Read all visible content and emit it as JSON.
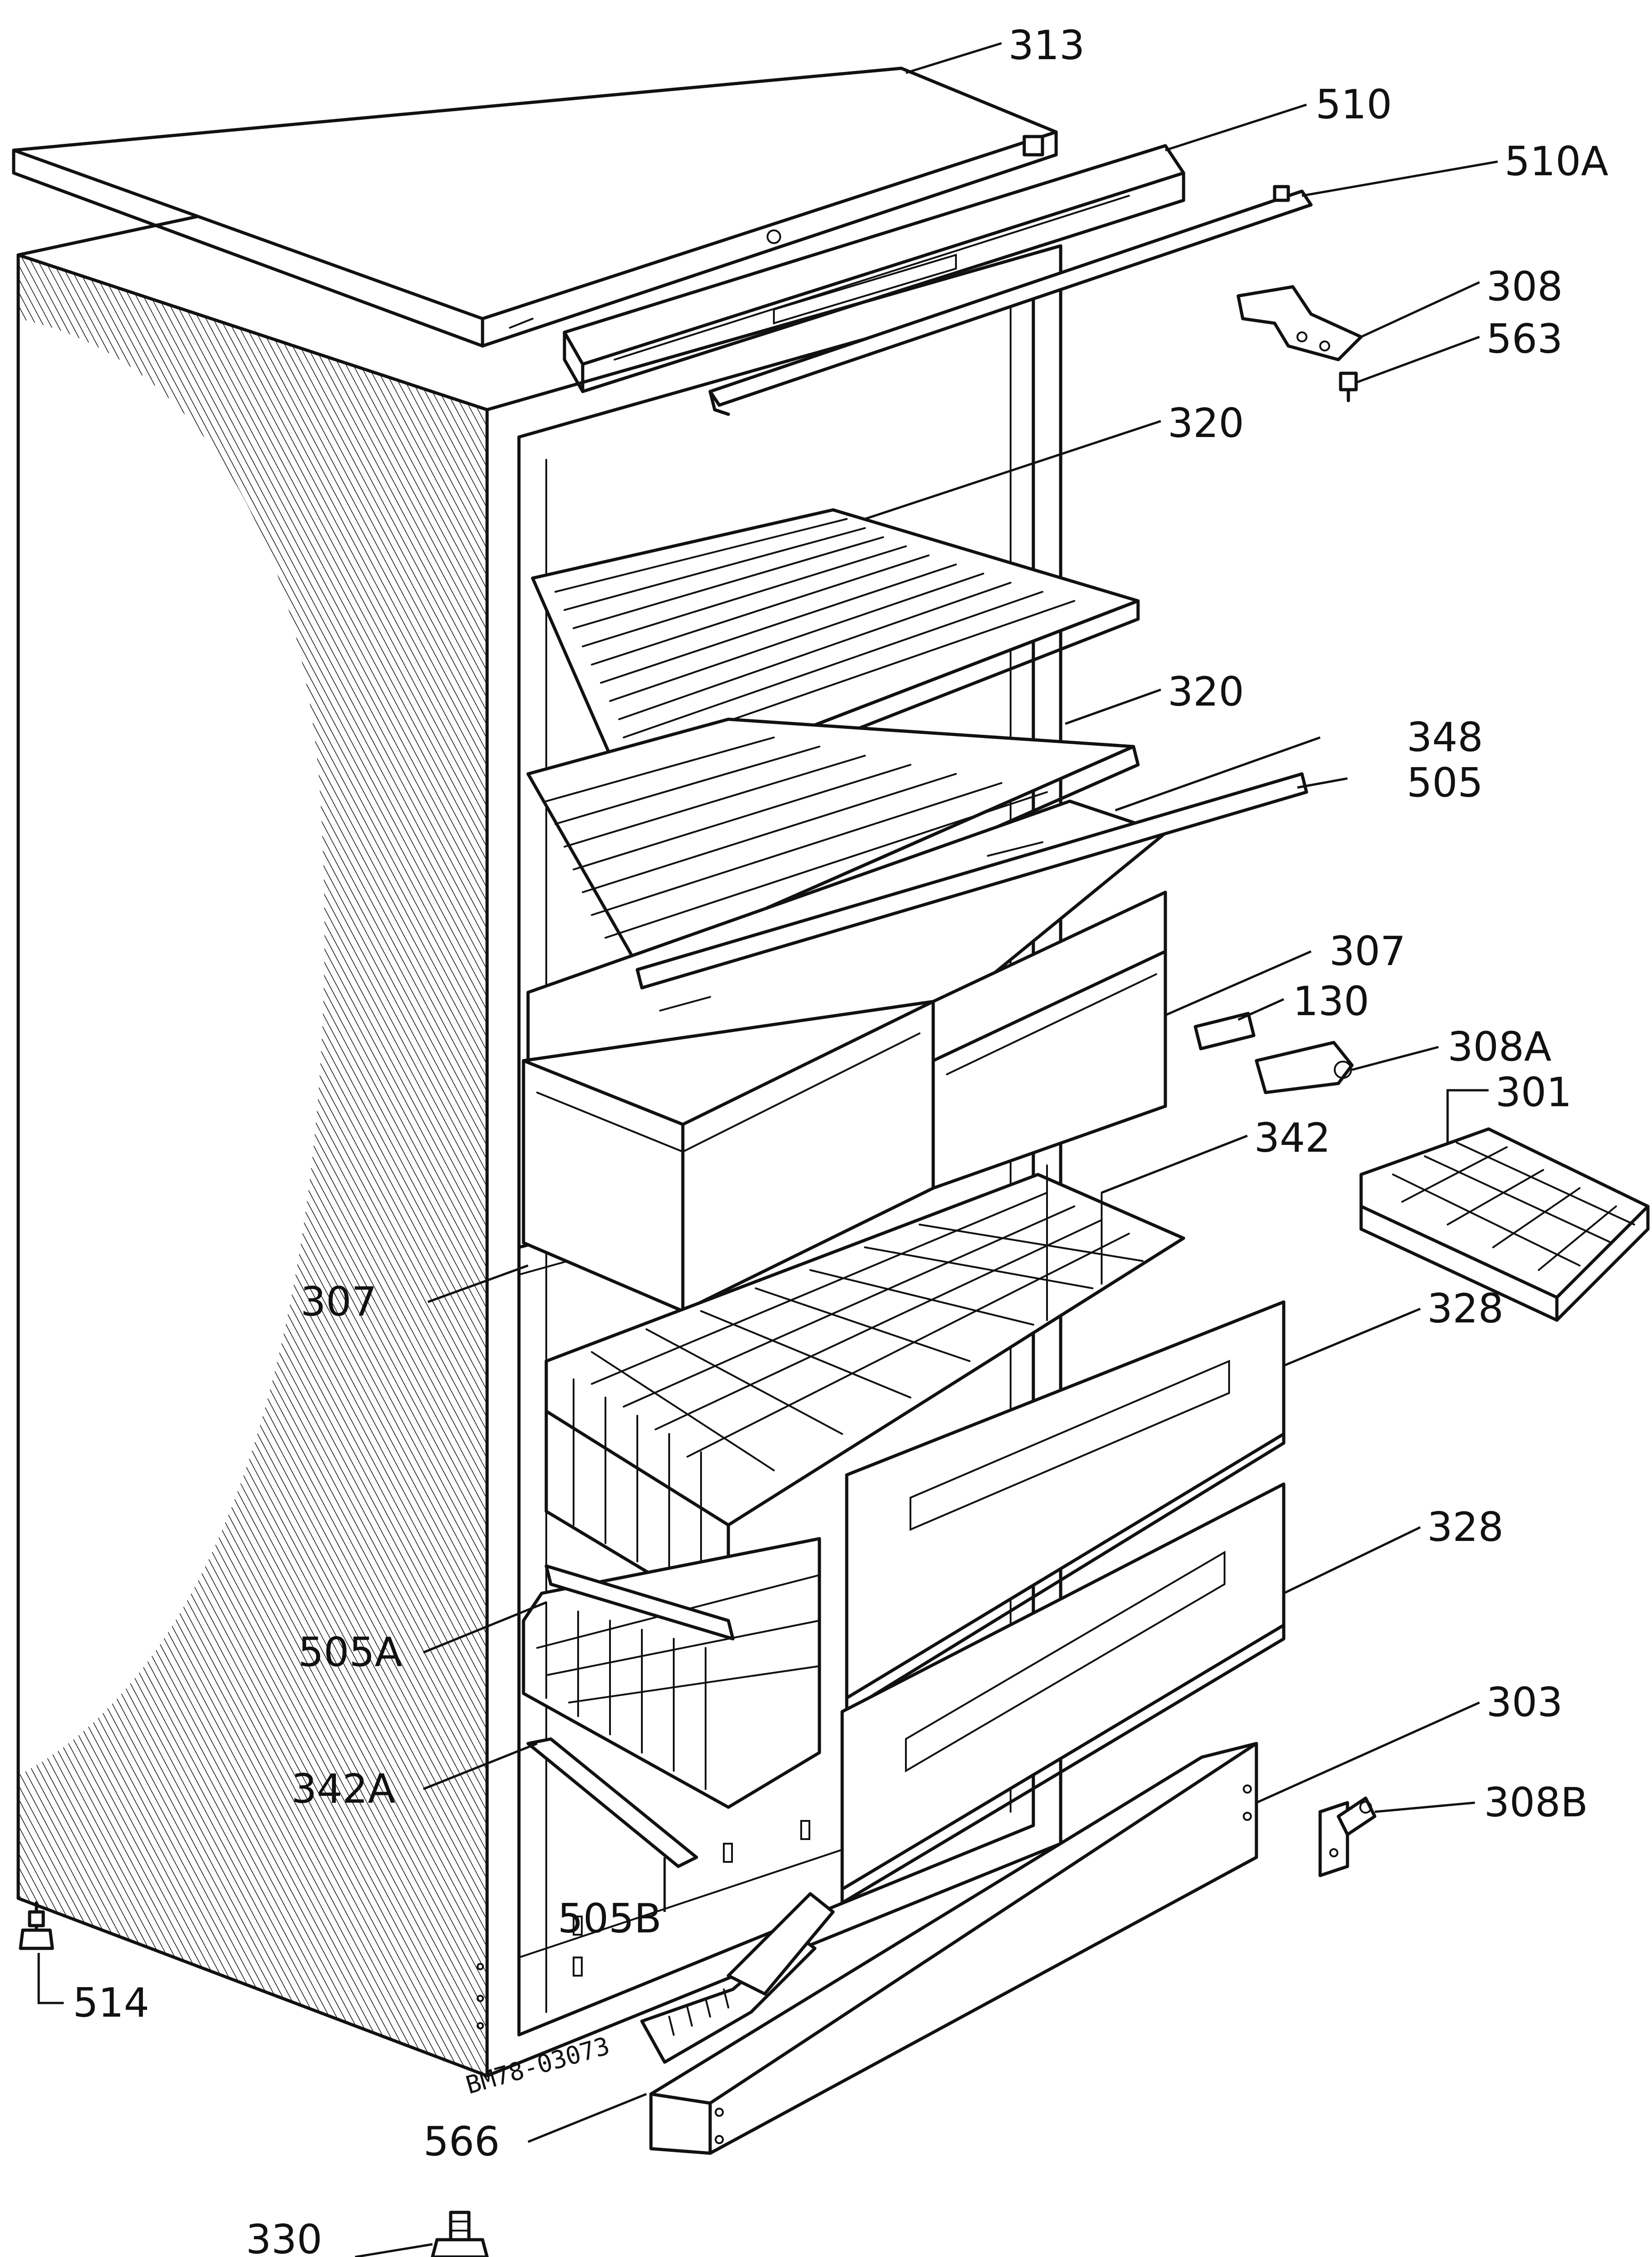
{
  "diagram": {
    "reference_code": "BM78-03073",
    "labels": [
      {
        "id": "313",
        "text": "313"
      },
      {
        "id": "510",
        "text": "510"
      },
      {
        "id": "510a",
        "text": "510A"
      },
      {
        "id": "308",
        "text": "308"
      },
      {
        "id": "563",
        "text": "563"
      },
      {
        "id": "320-top",
        "text": "320"
      },
      {
        "id": "320-mid",
        "text": "320"
      },
      {
        "id": "348",
        "text": "348"
      },
      {
        "id": "505",
        "text": "505"
      },
      {
        "id": "307-right",
        "text": "307"
      },
      {
        "id": "130",
        "text": "130"
      },
      {
        "id": "308a",
        "text": "308A"
      },
      {
        "id": "301",
        "text": "301"
      },
      {
        "id": "342",
        "text": "342"
      },
      {
        "id": "307-left",
        "text": "307"
      },
      {
        "id": "328-top",
        "text": "328"
      },
      {
        "id": "328-bottom",
        "text": "328"
      },
      {
        "id": "505a",
        "text": "505A"
      },
      {
        "id": "303",
        "text": "303"
      },
      {
        "id": "308b",
        "text": "308B"
      },
      {
        "id": "342a",
        "text": "342A"
      },
      {
        "id": "505b",
        "text": "505B"
      },
      {
        "id": "514",
        "text": "514"
      },
      {
        "id": "566",
        "text": "566"
      },
      {
        "id": "330",
        "text": "330"
      }
    ]
  }
}
